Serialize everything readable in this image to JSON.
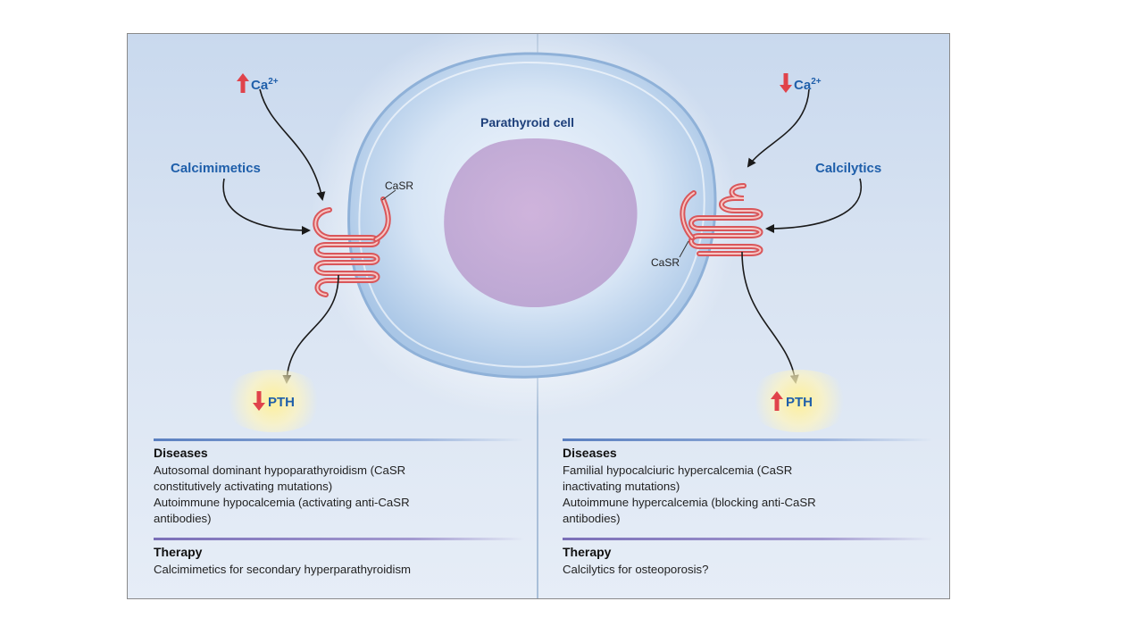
{
  "title": "Parathyroid cell",
  "left": {
    "ca_label": "Ca",
    "ca_superscript": "2+",
    "ca_direction": "up",
    "drug_label": "Calcimimetics",
    "receptor_label": "CaSR",
    "pth_label": "PTH",
    "pth_direction": "down",
    "diseases_heading": "Diseases",
    "diseases_lines": [
      "Autosomal dominant hypoparathyroidism (CaSR",
      "constitutively activating mutations)",
      "Autoimmune hypocalcemia (activating anti-CaSR",
      "antibodies)"
    ],
    "therapy_heading": "Therapy",
    "therapy_text": "Calcimimetics for secondary hyperparathyroidism"
  },
  "right": {
    "ca_label": "Ca",
    "ca_superscript": "2+",
    "ca_direction": "down",
    "drug_label": "Calcilytics",
    "receptor_label": "CaSR",
    "pth_label": "PTH",
    "pth_direction": "up",
    "diseases_heading": "Diseases",
    "diseases_lines": [
      "Familial hypocalciuric hypercalcemia (CaSR",
      "inactivating mutations)",
      "Autoimmune hypercalcemia (blocking anti-CaSR",
      "antibodies)"
    ],
    "therapy_heading": "Therapy",
    "therapy_text": "Calcilytics for osteoporosis?"
  },
  "colors": {
    "arrow_red": "#e0434b",
    "receptor_red": "#d9565a",
    "label_blue": "#1f5faa",
    "title_navy": "#1d3f7a"
  }
}
